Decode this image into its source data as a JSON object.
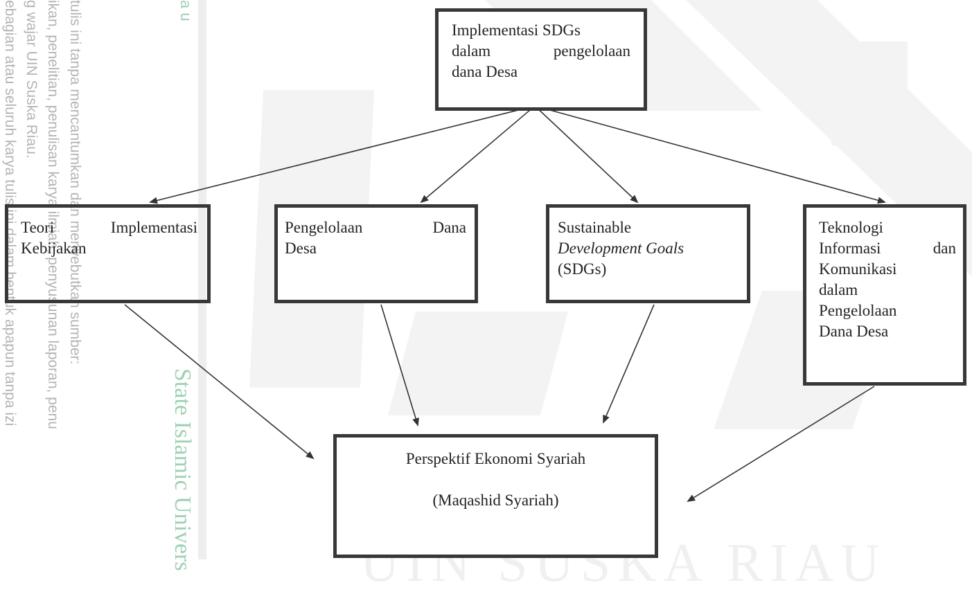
{
  "watermark": {
    "lines": [
      "a u",
      "tulis ini tanpa mencantumkan dan menyebutkan sumber:",
      "ikan, penelitian, penulisan karya ilmiah, penyusunan laporan, penu",
      "g wajar UIN Suska Riau.",
      "ebagian atau seluruh karya tulis ini dalam bentuk apapun tanpa izi"
    ],
    "state_text": "State Islamic Univers",
    "bottom_text": "UIN SUSKA RIAU"
  },
  "diagram": {
    "top": {
      "line1": "Implementasi SDGs",
      "line2": "dalam pengelolaan",
      "line3": "dana Desa"
    },
    "teori": {
      "line1": "Teori Implementasi",
      "line2": "Kebijakan"
    },
    "dana": {
      "line1": "Pengelolaan Dana",
      "line2": "Desa"
    },
    "sdg": {
      "line1": "Sustainable",
      "line2": "Development Goals",
      "line3": "(SDGs)"
    },
    "tik": {
      "line1": "Teknologi",
      "line2": "Informasi dan",
      "line3": "Komunikasi",
      "line4": "dalam",
      "line5": "Pengelolaan",
      "line6": "Dana Desa"
    },
    "persp": {
      "line1": "Perspektif Ekonomi Syariah",
      "line2": "(Maqashid Syariah)"
    }
  }
}
